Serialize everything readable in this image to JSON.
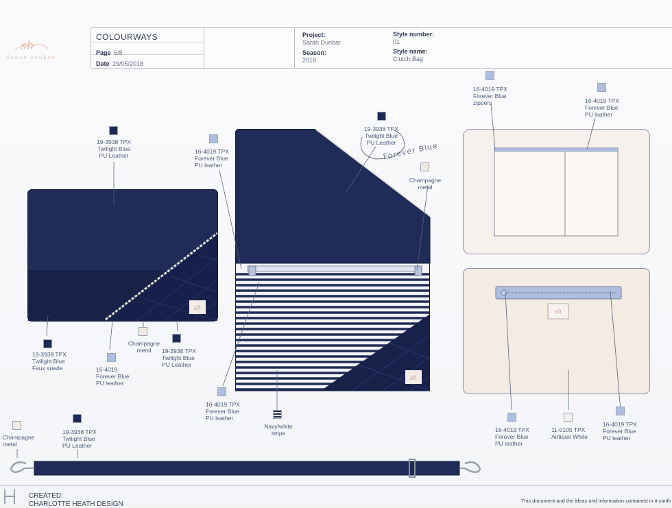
{
  "brand": {
    "initials": "sh",
    "name": "SARAH DUNBAR"
  },
  "header": {
    "title": "COLOURWAYS",
    "page_label": "Page",
    "page_value": "6/8",
    "date_label": "Date",
    "date_value": "29/05/2018",
    "project_label": "Project:",
    "project_value": "Sarah Dunbar",
    "season_label": "Season:",
    "season_value": "2018",
    "style_number_label": "Style number:",
    "style_number_value": "01",
    "style_name_label": "Style name:",
    "style_name_value": "Clutch Bag"
  },
  "colors": {
    "twilight_blue": "#1e2a55",
    "forever_blue": "#aebfe0",
    "champagne": "#f1e9df",
    "antique_white": "#f4efe9"
  },
  "callouts": {
    "a1": {
      "code": "19-3938 TPX",
      "name": "Twilight Blue",
      "material": "PU Leather"
    },
    "a2": {
      "code": "19-3938 TPX",
      "name": "Twilight Blue",
      "material": "Faux suede"
    },
    "a3": {
      "code": "16-4019",
      "name": "Forever Blue",
      "material": "PU leather"
    },
    "a4": {
      "name": "Champagne",
      "material": "metal"
    },
    "a5": {
      "code": "19-3938 TPX",
      "name": "Twilight Blue",
      "material": "PU Leather"
    },
    "b1": {
      "code": "16-4019 TPX",
      "name": "Forever Blue",
      "material": "PU leather"
    },
    "b2": {
      "code": "19-3938 TPX",
      "name": "Twilight Blue",
      "material": "PU Leather"
    },
    "b2_handwritten": "Forever Blue",
    "b3": {
      "name": "Champagne",
      "material": "metal"
    },
    "b4": {
      "code": "16-4019 TPX",
      "name": "Forever Blue",
      "material": "PU leather"
    },
    "b5": {
      "name": "Navy/white",
      "material": "stripe"
    },
    "c1": {
      "code": "16-4019 TPX",
      "name": "Forever Blue",
      "material": "zippers"
    },
    "c2": {
      "code": "16-4019 TPX",
      "name": "Forever Blue",
      "material": "PU leather"
    },
    "c3": {
      "code": "16-4019 TPX",
      "name": "Forever Blue",
      "material": "PU leather"
    },
    "c4": {
      "code": "11-0105 TPX",
      "name": "Antique White"
    },
    "c5": {
      "code": "16-4019 TPX",
      "name": "Forever Blue",
      "material": "PU leather"
    },
    "d1": {
      "name": "Champagne",
      "material": "metal"
    },
    "d2": {
      "code": "19-3938 TPX",
      "name": "Twilight Blue",
      "material": "PU Leather"
    }
  },
  "footer": {
    "created_label": "CREATED:",
    "created_by": "CHARLOTTE HEATH DESIGN",
    "notice": "This document and the ideas and information contained in it confide"
  }
}
